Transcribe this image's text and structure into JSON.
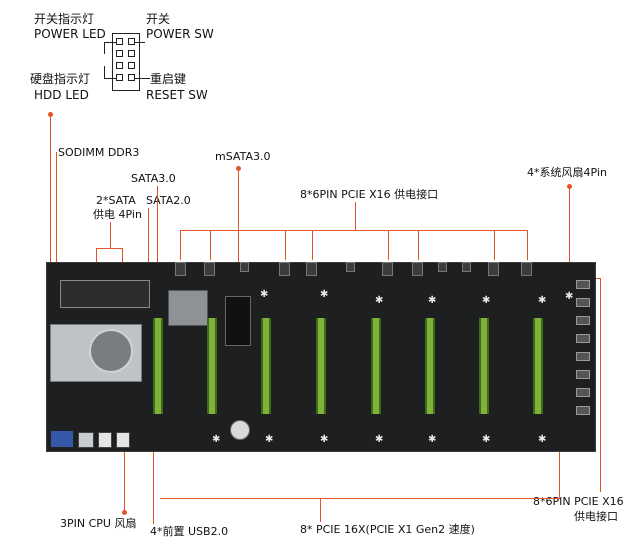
{
  "labels": {
    "power_led_cn": "开关指示灯",
    "power_led_en": "POWER LED",
    "power_sw_cn": "开关",
    "power_sw_en": "POWER SW",
    "hdd_led_cn": "硬盘指示灯",
    "hdd_led_en": "HDD  LED",
    "reset_cn": "重启键",
    "reset_en": "RESET SW",
    "sodimm": "SODIMM DDR3",
    "msata": "mSATA3.0",
    "sata3": "SATA3.0",
    "sata_power_1": "2*SATA",
    "sata_power_2": "供电 4Pin",
    "sata2": "SATA2.0",
    "pcie_power_top": "8*6PIN PCIE X16 供电接口",
    "fan": "4*系统风扇4Pin",
    "pcie_power_right_1": "8*6PIN PCIE X16",
    "pcie_power_right_2": "供电接口",
    "cpu_fan": "3PIN CPU 风扇",
    "usb": "4*前置 USB2.0",
    "pcie_slots": "8* PCIE 16X(PCIE X1 Gen2 速度)"
  },
  "colors": {
    "leader_line": "#e2552a",
    "pcb": "#1e1f21",
    "slot": "#7fb23a"
  }
}
